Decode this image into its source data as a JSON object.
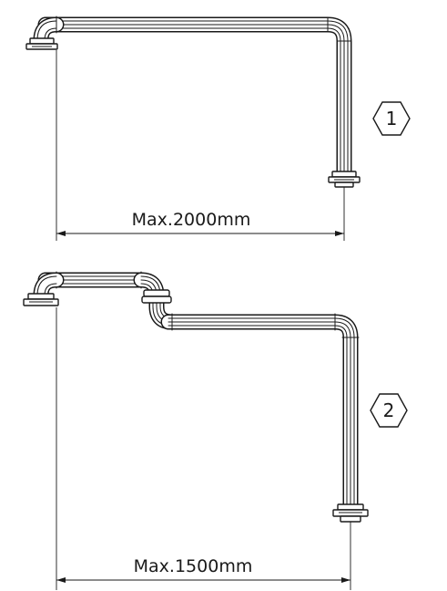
{
  "colors": {
    "line": "#1a1a1a",
    "background": "#ffffff"
  },
  "figures": [
    {
      "badge": "1",
      "dimension_label": "Max.2000mm"
    },
    {
      "badge": "2",
      "dimension_label": "Max.1500mm"
    }
  ]
}
